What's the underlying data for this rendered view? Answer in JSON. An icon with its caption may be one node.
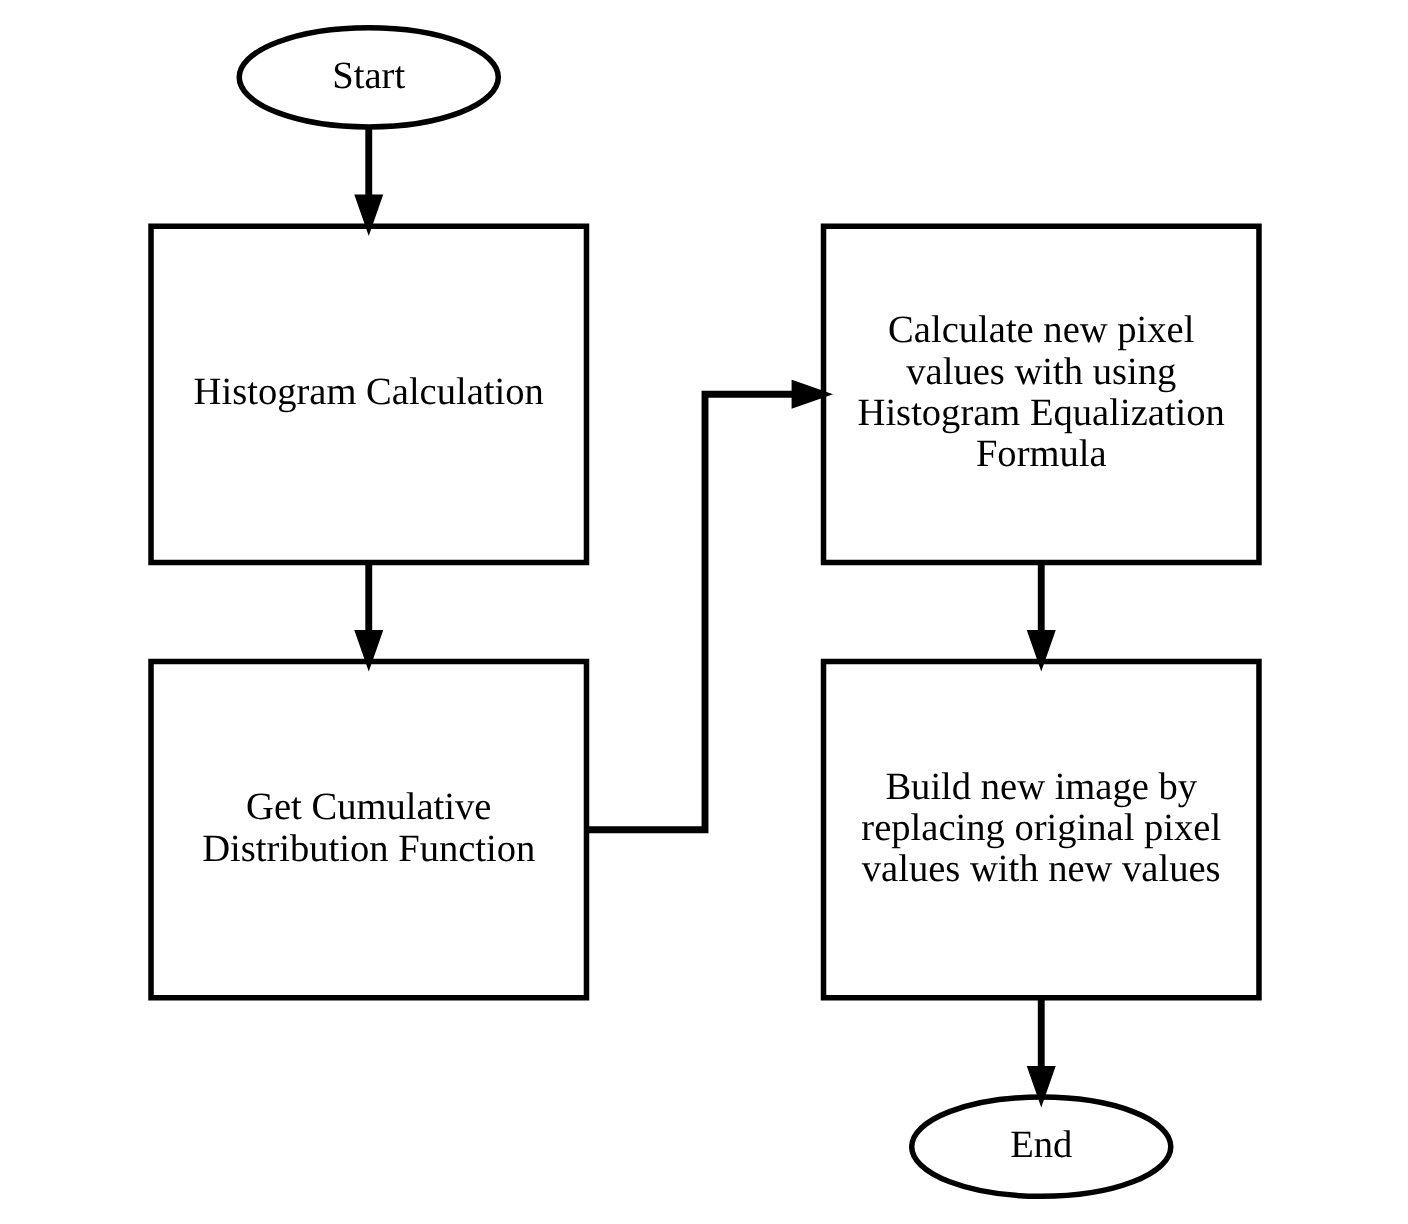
{
  "diagram": {
    "nodes": [
      {
        "text": [
          "Start"
        ]
      },
      {
        "text": [
          "Histogram Calculation"
        ]
      },
      {
        "text": [
          "Get Cumulative Distribution Function"
        ]
      },
      {
        "text": [
          "Calculate new pixel values with using Histogram Equalization Formula"
        ]
      },
      {
        "text": [
          "Build new image by replacing original pixel values with new values"
        ]
      },
      {
        "text": [
          "End"
        ]
      }
    ],
    "edges": [
      {
        "from": 0,
        "to": 1,
        "arrow": "to"
      },
      {
        "from": 1,
        "to": 2,
        "arrow": "to"
      },
      {
        "from": 2,
        "to": 3,
        "arrow": "to"
      },
      {
        "from": 3,
        "to": 4,
        "arrow": "to"
      },
      {
        "from": 4,
        "to": 5,
        "arrow": "to"
      }
    ]
  }
}
